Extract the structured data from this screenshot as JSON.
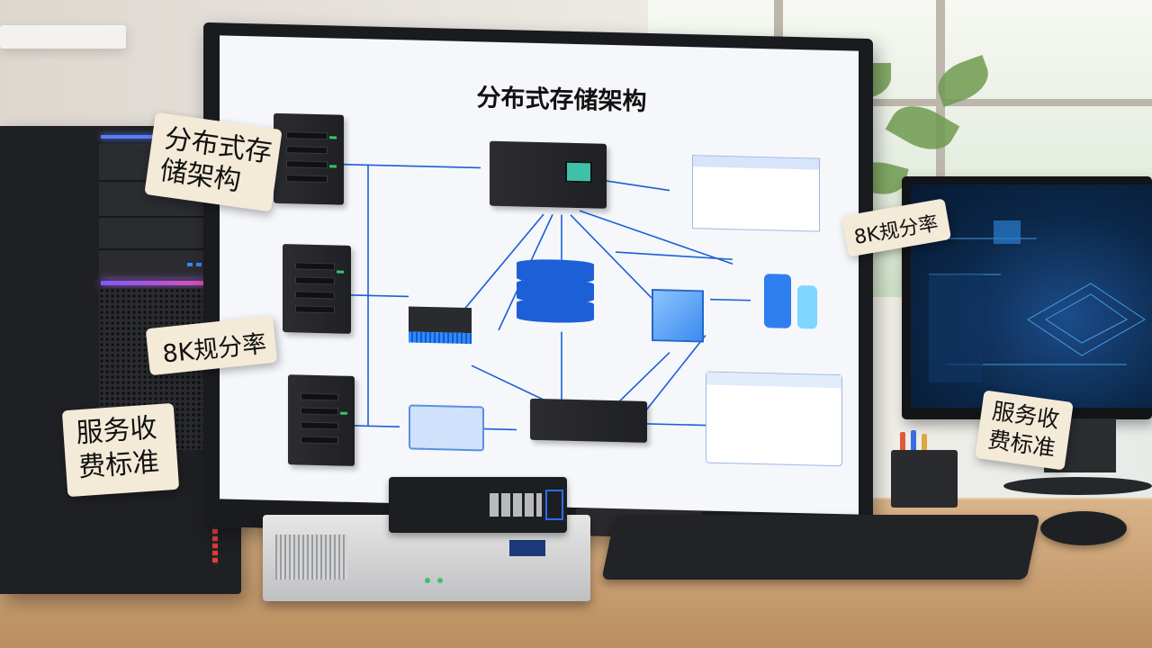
{
  "diagram": {
    "title": "分布式存储架构"
  },
  "notes": [
    {
      "id": "note-architecture",
      "text_line1": "分布式存",
      "text_line2": "储架构"
    },
    {
      "id": "note-8k-left",
      "text": "8K规分率"
    },
    {
      "id": "note-fee-left",
      "text_line1": "服务收",
      "text_line2": "费标准"
    },
    {
      "id": "note-8k-right",
      "text": "8K规分率"
    },
    {
      "id": "note-fee-right",
      "text_line1": "服务收",
      "text_line2": "费标准"
    }
  ],
  "colors": {
    "diagram_line": "#1d5fd6",
    "note_paper": "#f4ead8",
    "tower_accent": "#5a7dff",
    "right_screen": "#0b2748"
  },
  "icons": [
    "server-rack-icon",
    "switch-icon",
    "database-icon",
    "cube-icon",
    "table-icon",
    "storage-cylinders-icon",
    "card-icon"
  ]
}
